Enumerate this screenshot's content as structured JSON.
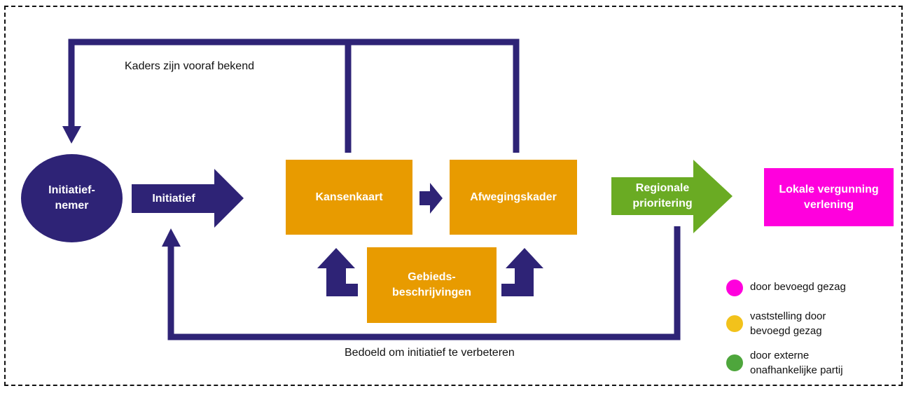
{
  "colors": {
    "navy": "#2e2376",
    "orange": "#e89b00",
    "green": "#6aab23",
    "magenta": "#ff00dd",
    "legend_yellow": "#f2c21b",
    "legend_green": "#4ea63c"
  },
  "nodes": {
    "initiatiefnemer": "Initiatief-\nnemer",
    "initiatief": "Initiatief",
    "kansenkaart": "Kansenkaart",
    "afwegingskader": "Afwegingskader",
    "gebiedsbeschrijvingen": "Gebieds-\nbeschrijvingen",
    "regionale_prioritering": "Regionale\nprioritering",
    "lokale_vergunning": "Lokale vergunning\nverlening"
  },
  "labels": {
    "top_loop": "Kaders zijn vooraf bekend",
    "bottom_loop": "Bedoeld om initiatief te verbeteren"
  },
  "legend": [
    {
      "color": "#ff00dd",
      "text": "door bevoegd gezag"
    },
    {
      "color": "#f2c21b",
      "text": "vaststelling door\nbevoegd gezag"
    },
    {
      "color": "#4ea63c",
      "text": "door externe\nonafhankelijke partij"
    }
  ]
}
